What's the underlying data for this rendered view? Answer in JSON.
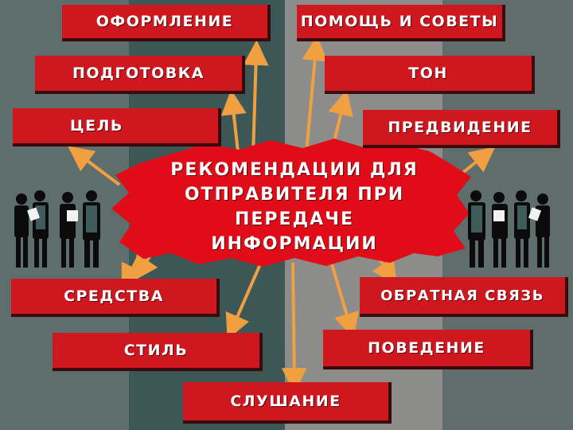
{
  "center": {
    "title": "РЕКОМЕНДАЦИИ ДЛЯ\nОТПРАВИТЕЛЯ ПРИ\nПЕРЕДАЧЕ\nИНФОРМАЦИИ"
  },
  "left_items": [
    {
      "label": "ОФОРМЛЕНИЕ"
    },
    {
      "label": "ПОДГОТОВКА"
    },
    {
      "label": "ЦЕЛЬ"
    },
    {
      "label": "СРЕДСТВА"
    },
    {
      "label": "СТИЛЬ"
    }
  ],
  "right_items": [
    {
      "label": "ПОМОЩЬ И СОВЕТЫ"
    },
    {
      "label": "ТОН"
    },
    {
      "label": "ПРЕДВИДЕНИЕ"
    },
    {
      "label": "ОБРАТНАЯ СВЯЗЬ"
    },
    {
      "label": "ПОВЕДЕНИЕ"
    }
  ],
  "bottom_item": {
    "label": "СЛУШАНИЕ"
  },
  "colors": {
    "box_red": "#cf1720",
    "arrow_orange": "#f0a040",
    "text_white": "#ffffff"
  }
}
